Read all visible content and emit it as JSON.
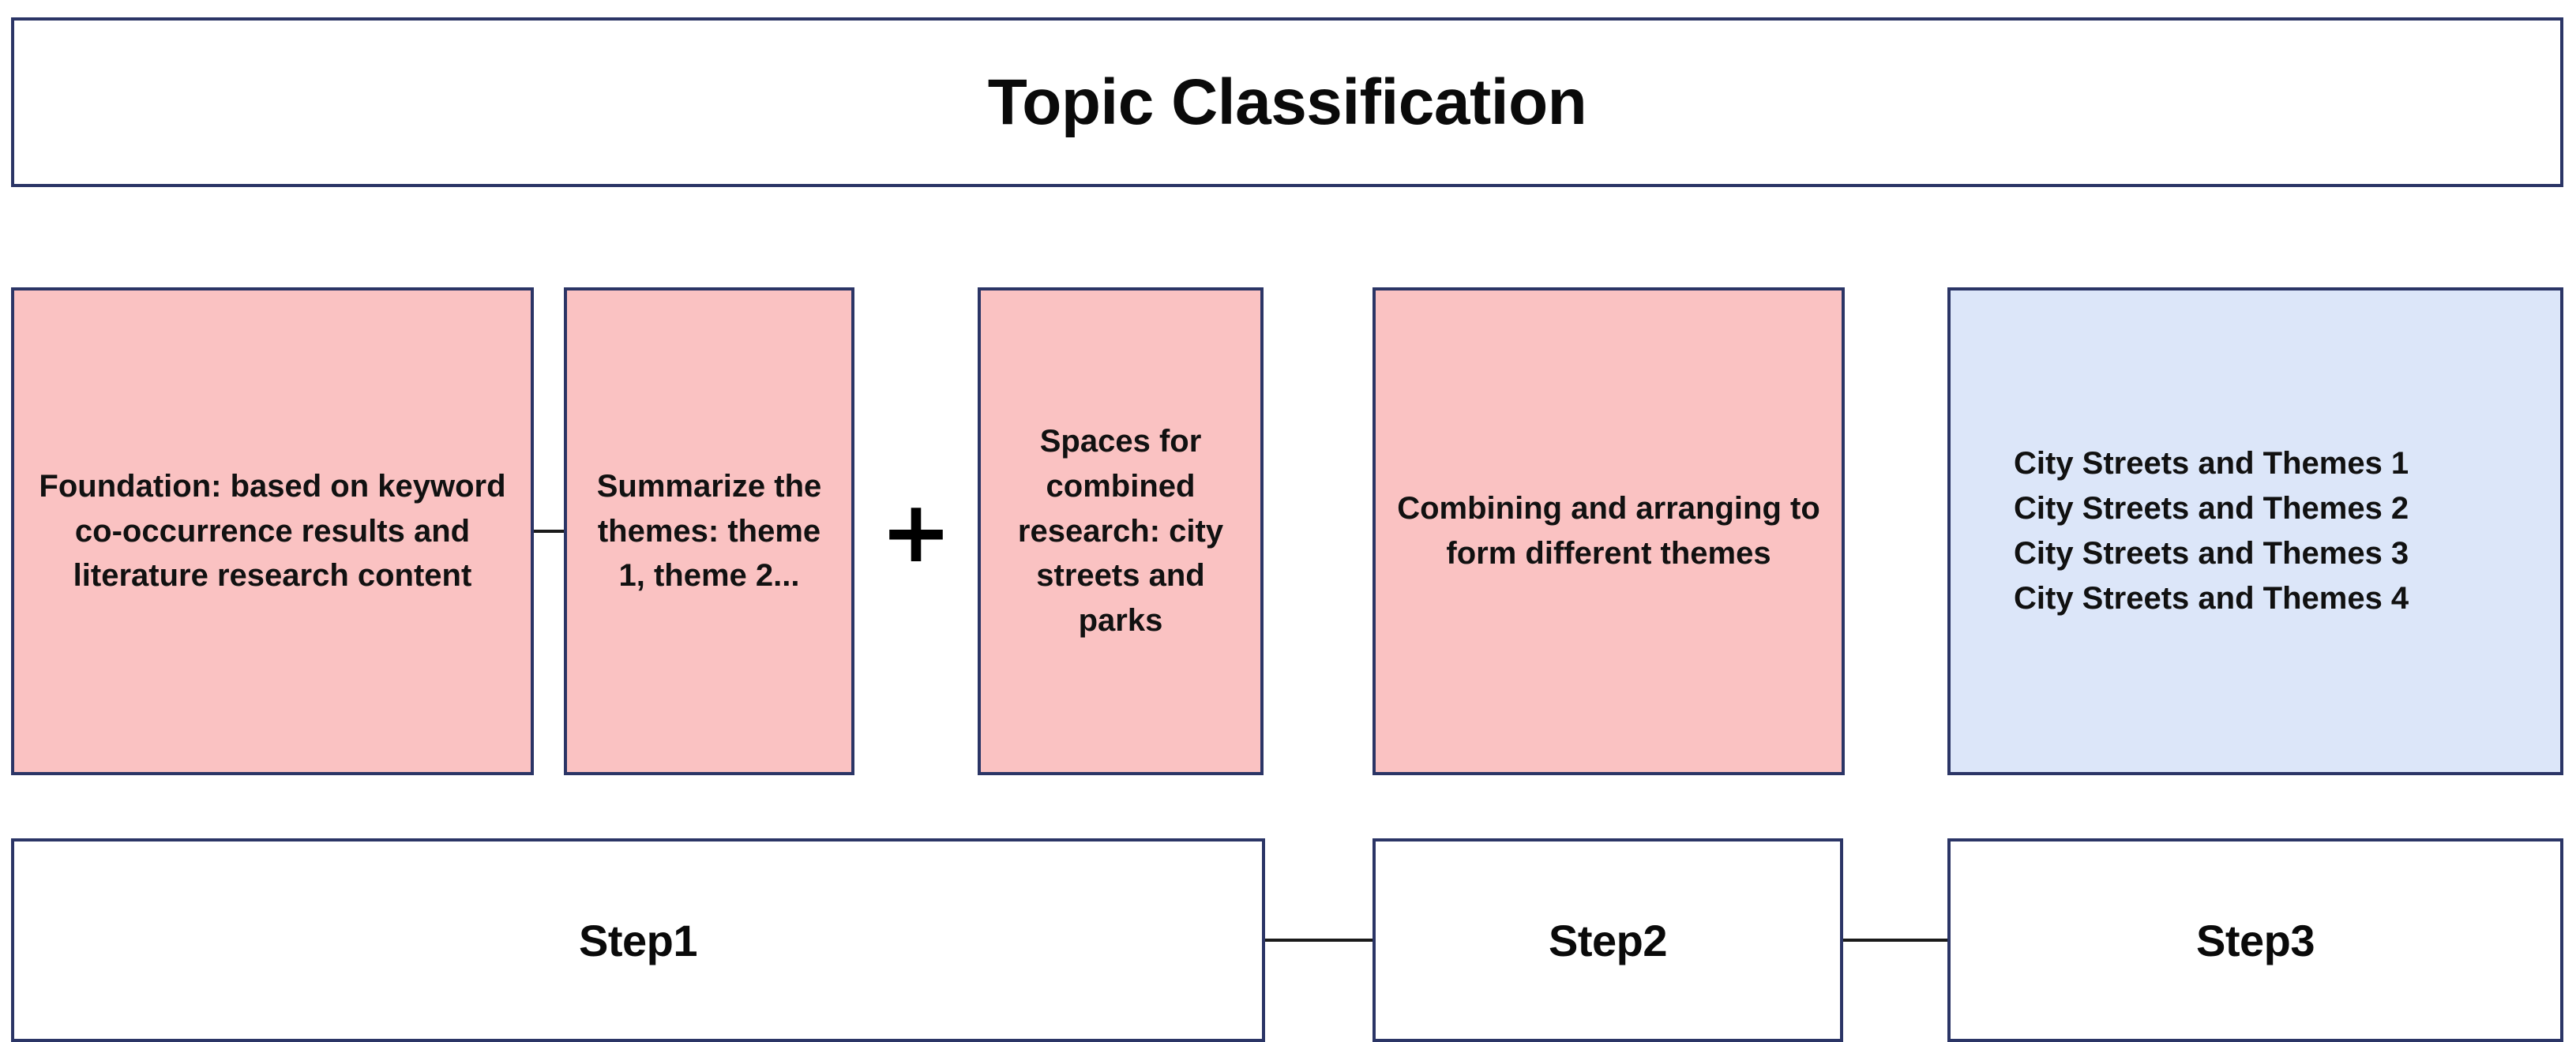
{
  "header": {
    "title": "Topic Classification"
  },
  "diagram": {
    "type": "process-flow",
    "operator": "+",
    "stages": [
      {
        "id": "foundation",
        "label": "Foundation: based on keyword co-occurrence results and literature research content",
        "fill": "#fac2c2",
        "border": "#2b3566"
      },
      {
        "id": "summarize",
        "label": "Summarize the themes: theme 1, theme 2...",
        "fill": "#fac2c2",
        "border": "#2b3566"
      },
      {
        "id": "spaces",
        "label": "Spaces for combined research: city streets and parks",
        "fill": "#fac2c2",
        "border": "#2b3566"
      },
      {
        "id": "combining",
        "label": "Combining and arranging to form different themes",
        "fill": "#fac2c2",
        "border": "#2b3566"
      }
    ],
    "outcome": {
      "id": "themes",
      "fill": "#dce6f9",
      "border": "#2b3566",
      "lines": [
        "City Streets and Themes 1",
        "City Streets and Themes 2",
        "City Streets and Themes 3",
        "City Streets and Themes 4"
      ]
    },
    "steps": [
      {
        "id": "step1",
        "label": "Step1"
      },
      {
        "id": "step2",
        "label": "Step2"
      },
      {
        "id": "step3",
        "label": "Step3"
      }
    ]
  },
  "colors": {
    "pink_fill": "#fac2c2",
    "blue_fill": "#dce6f9",
    "border_navy": "#2b3566",
    "connector": "#1a1a1a",
    "text": "#111111",
    "background": "#ffffff"
  }
}
